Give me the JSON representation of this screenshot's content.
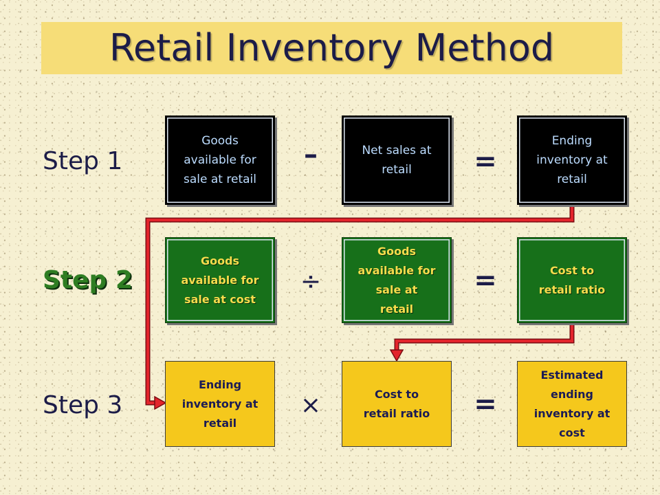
{
  "title": "Retail Inventory Method",
  "steps": [
    {
      "label": "Step 1",
      "operand_a": "Goods available for sale at retail",
      "operator": "–",
      "operand_b": "Net sales at retail",
      "equals": "=",
      "result": "Ending inventory at retail"
    },
    {
      "label": "Step 2",
      "operand_a": "Goods available for sale at cost",
      "operator": "÷",
      "operand_b": "Goods available for sale at retail",
      "equals": "=",
      "result": "Cost to retail ratio"
    },
    {
      "label": "Step 3",
      "operand_a": "Ending inventory at retail",
      "operator": "×",
      "operand_b": "Cost to retail ratio",
      "equals": "=",
      "result": "Estimated ending inventory at cost"
    }
  ],
  "colors": {
    "background": "#f6f0d2",
    "title_banner": "#f6dd78",
    "title_text": "#1c1c48",
    "step1_box": "#000000",
    "step1_text": "#bcdcff",
    "step2_box": "#17701a",
    "step2_text": "#f6dc4c",
    "step2_label": "#2e7d22",
    "step3_box": "#f5c81c",
    "step3_text": "#1b1b55",
    "arrow": "#e3242b",
    "arrow_outline": "#7a0c12"
  }
}
